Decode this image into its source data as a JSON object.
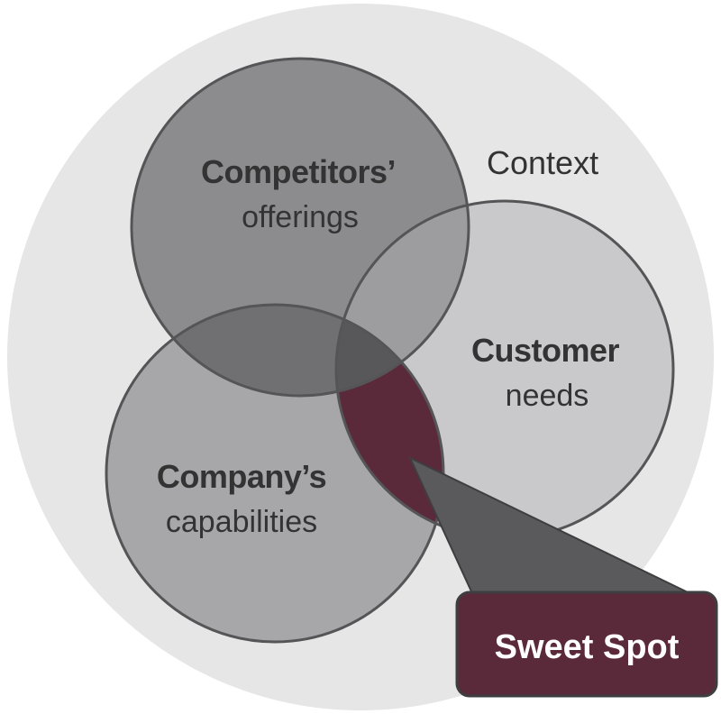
{
  "context": {
    "label": "Context"
  },
  "circles": {
    "competitors": {
      "title": "Competitors’",
      "subtitle": "offerings"
    },
    "customer": {
      "title": "Customer",
      "subtitle": "needs"
    },
    "company": {
      "title": "Company’s",
      "subtitle": "capabilities"
    }
  },
  "callout": {
    "label": "Sweet Spot"
  },
  "colors": {
    "context_fill": "#e6e6e6",
    "competitors_fill": "#8c8c8e",
    "customer_fill": "#c9c9cb",
    "company_fill": "#a7a7a9",
    "overlap_competitors_company": "#707072",
    "overlap_competitors_customer": "#9d9d9f",
    "overlap_all_three": "#58585a",
    "sweet_spot": "#5a2a3a",
    "pointer": "#5a5a5c",
    "outline": "#555557"
  }
}
